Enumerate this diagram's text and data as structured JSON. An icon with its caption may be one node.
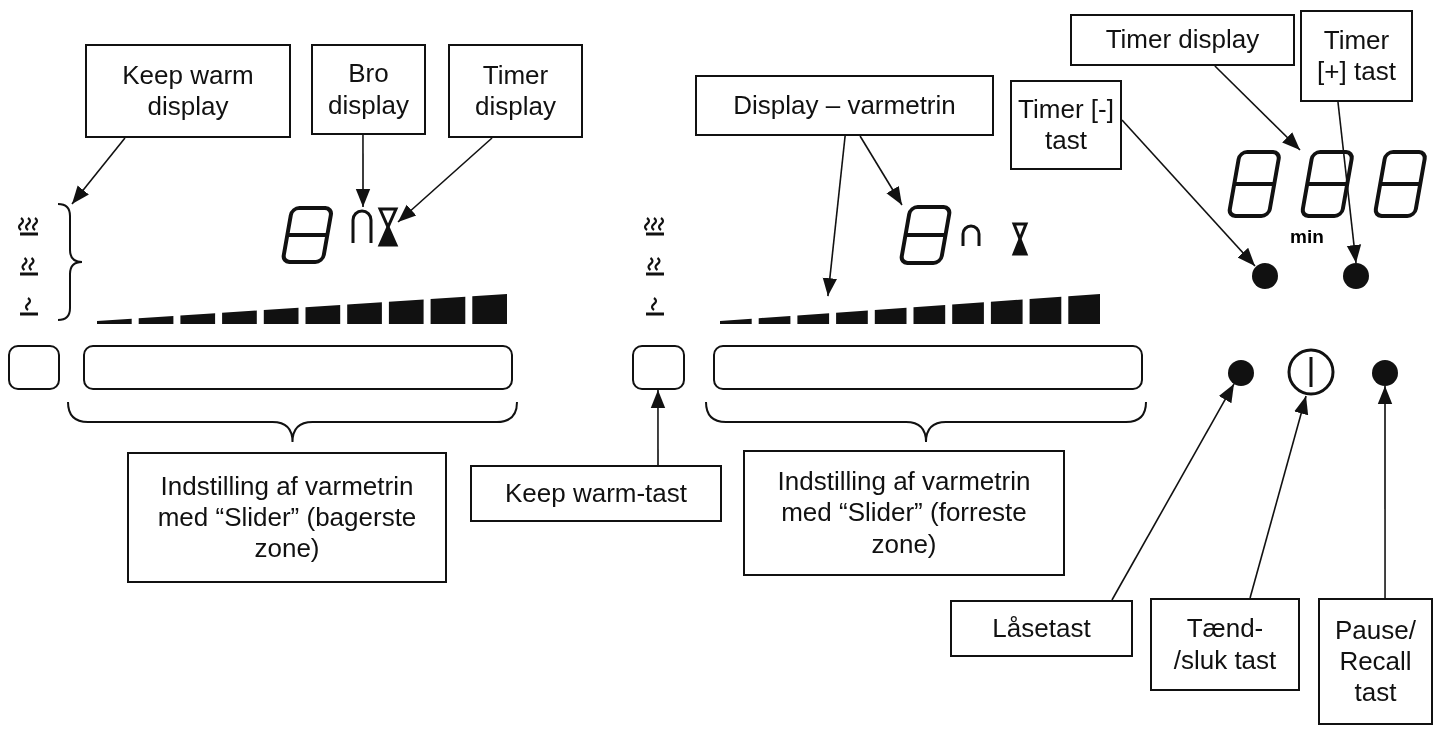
{
  "diagram": {
    "nodes": [
      {
        "text": [
          "Keep warm display"
        ]
      },
      {
        "text": [
          "Bro display"
        ]
      },
      {
        "text": [
          "Timer display"
        ]
      },
      {
        "text": [
          "Timer display"
        ]
      },
      {
        "text": [
          "Timer [+] tast"
        ]
      },
      {
        "text": [
          "Display – varmetrin"
        ]
      },
      {
        "text": [
          "Timer [-] tast"
        ]
      },
      {
        "text": [
          "Indstilling af varmetrin med “Slider” (bagerste zone)"
        ]
      },
      {
        "text": [
          "Keep warm-tast"
        ]
      },
      {
        "text": [
          "Indstilling af varmetrin med “Slider” (forreste zone)"
        ]
      },
      {
        "text": [
          "Låsetast"
        ]
      },
      {
        "text": [
          "Tænd- /sluk tast"
        ]
      },
      {
        "text": [
          "Pause/ Recall tast"
        ]
      },
      {
        "text": [],
        "shape": "box"
      },
      {
        "text": [],
        "shape": "icon"
      },
      {
        "text": [],
        "shape": "box"
      },
      {
        "text": [],
        "shape": "bar"
      },
      {
        "text": [],
        "shape": "digit"
      },
      {
        "text": [],
        "shape": "symbol"
      },
      {
        "text": [],
        "shape": "hourglass"
      },
      {
        "text": [],
        "shape": "box"
      },
      {
        "text": [],
        "shape": "icon"
      },
      {
        "text": [],
        "shape": "box"
      },
      {
        "text": [],
        "shape": "bar"
      },
      {
        "text": [],
        "shape": "digit"
      },
      {
        "text": [],
        "shape": "symbol"
      },
      {
        "text": [],
        "shape": "hourglass"
      },
      {
        "text": [],
        "shape": "circle"
      },
      {
        "text": [],
        "shape": "digit"
      },
      {
        "text": [],
        "shape": "circle"
      },
      {
        "text": [],
        "shape": "circle"
      },
      {
        "text": [],
        "shape": "circle"
      },
      {
        "text": [],
        "shape": "circle"
      }
    ],
    "edges": [
      {
        "from": 0,
        "to": 14,
        "arrow": "to"
      },
      {
        "from": 1,
        "to": 18,
        "arrow": "to"
      },
      {
        "from": 2,
        "to": 19,
        "arrow": "to"
      },
      {
        "from": 3,
        "to": 28,
        "arrow": "to"
      },
      {
        "from": 4,
        "to": 31,
        "arrow": "to"
      },
      {
        "from": 5,
        "to": 24,
        "arrow": "to"
      },
      {
        "from": 5,
        "to": 23,
        "arrow": "to"
      },
      {
        "from": 6,
        "to": 29,
        "arrow": "to"
      },
      {
        "from": 8,
        "to": 20,
        "arrow": "to"
      },
      {
        "from": 10,
        "to": 27,
        "arrow": "to"
      },
      {
        "from": 11,
        "to": 30,
        "arrow": "to"
      },
      {
        "from": 12,
        "to": 32,
        "arrow": "to"
      }
    ],
    "labels": [
      "min"
    ]
  }
}
